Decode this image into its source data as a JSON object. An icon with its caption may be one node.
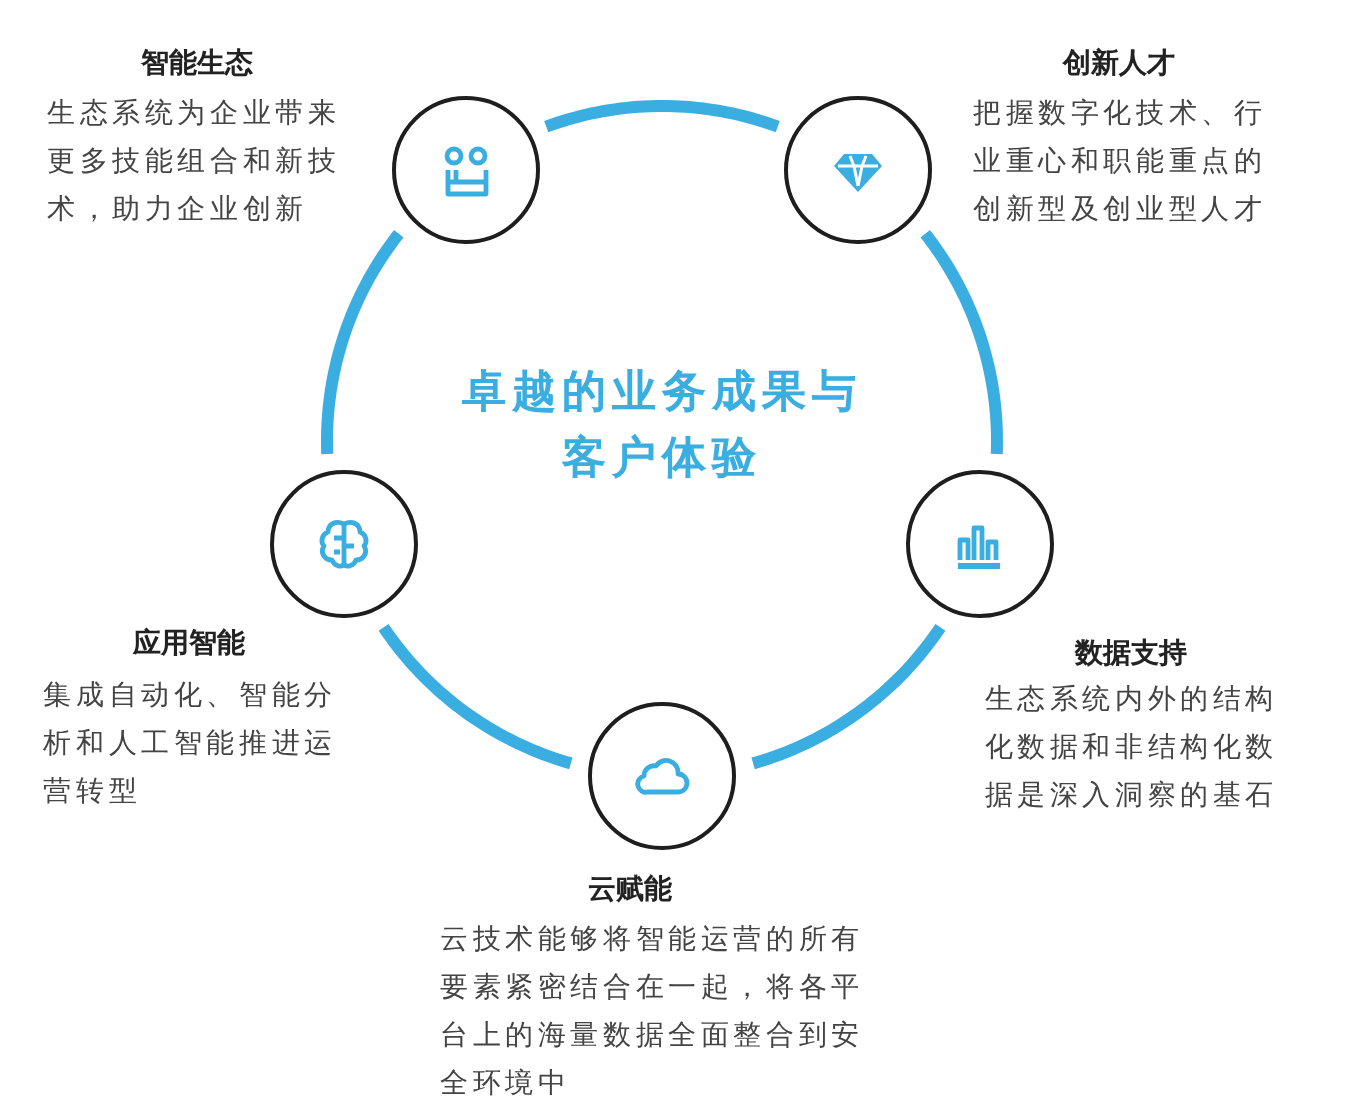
{
  "diagram": {
    "title": "卓越的业务成果与客户体验",
    "nodes": [
      {
        "text": [
          "智能生态",
          "生态系统为企业带来更多技能组合和新技术，助力企业创新"
        ]
      },
      {
        "text": [
          "创新人才",
          "把握数字化技术、行业重心和职能重点的创新型及创业型人才"
        ]
      },
      {
        "text": [
          "应用智能",
          "集成自动化、智能分析和人工智能推进运营转型"
        ]
      },
      {
        "text": [
          "数据支持",
          "生态系统内外的结构化数据和非结构化数据是深入洞察的基石"
        ]
      },
      {
        "text": [
          "云赋能",
          "云技术能够将智能运营的所有要素紧密结合在一起，将各平台上的海量数据全面整合到安全环境中"
        ]
      }
    ],
    "edges": [
      {
        "from": 0,
        "to": 1,
        "arrow": "none"
      },
      {
        "from": 1,
        "to": 3,
        "arrow": "none"
      },
      {
        "from": 3,
        "to": 4,
        "arrow": "none"
      },
      {
        "from": 4,
        "to": 2,
        "arrow": "none"
      },
      {
        "from": 2,
        "to": 0,
        "arrow": "none"
      }
    ]
  }
}
